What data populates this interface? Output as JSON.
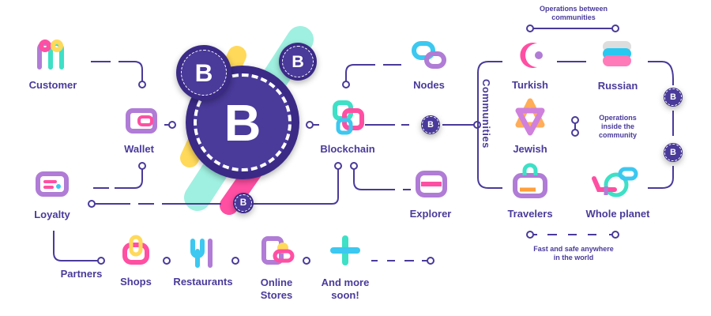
{
  "nodes": {
    "customer": "Customer",
    "wallet": "Wallet",
    "loyalty": "Loyalty",
    "partners": "Partners",
    "shops": "Shops",
    "restaurants": "Restaurants",
    "online_stores_1": "Online",
    "online_stores_2": "Stores",
    "more_1": "And more",
    "more_2": "soon!",
    "nodes": "Nodes",
    "blockchain": "Blockchain",
    "explorer": "Explorer",
    "turkish": "Turkish",
    "russian": "Russian",
    "jewish": "Jewish",
    "travelers": "Travelers",
    "whole_planet": "Whole planet"
  },
  "communities_label": "Communities",
  "notes": {
    "between_1": "Operations between",
    "between_2": "communities",
    "inside_1": "Operations",
    "inside_2": "inside the",
    "inside_3": "community",
    "fast_1": "Fast and safe anywhere",
    "fast_2": "in the world"
  },
  "coin_symbol": "B",
  "colors": {
    "primary": "#4a3a9a",
    "pink": "#ff4fa3",
    "teal": "#3ee0c6",
    "yellow": "#ffd95a",
    "blue": "#3cc8f0",
    "lilac": "#b07cd6"
  }
}
